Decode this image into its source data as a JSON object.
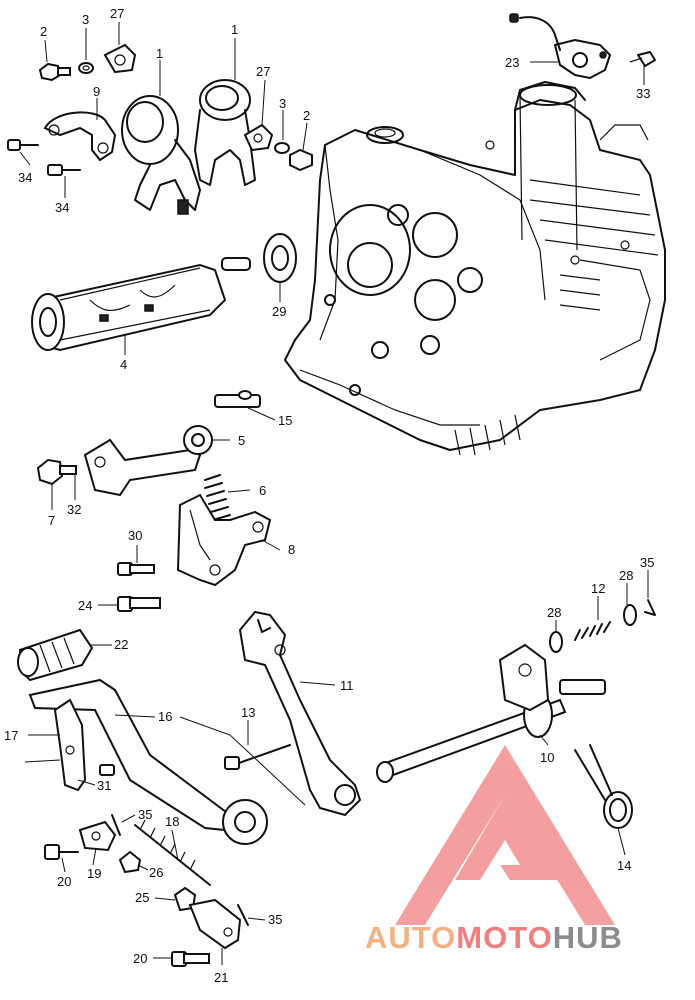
{
  "callouts": [
    {
      "id": "c-2a",
      "text": "2"
    },
    {
      "id": "c-3a",
      "text": "3"
    },
    {
      "id": "c-27a",
      "text": "27"
    },
    {
      "id": "c-1a",
      "text": "1"
    },
    {
      "id": "c-1b",
      "text": "1"
    },
    {
      "id": "c-9",
      "text": "9"
    },
    {
      "id": "c-27b",
      "text": "27"
    },
    {
      "id": "c-3b",
      "text": "3"
    },
    {
      "id": "c-2b",
      "text": "2"
    },
    {
      "id": "c-34a",
      "text": "34"
    },
    {
      "id": "c-34b",
      "text": "34"
    },
    {
      "id": "c-23",
      "text": "23"
    },
    {
      "id": "c-33",
      "text": "33"
    },
    {
      "id": "c-29",
      "text": "29"
    },
    {
      "id": "c-4",
      "text": "4"
    },
    {
      "id": "c-15",
      "text": "15"
    },
    {
      "id": "c-5",
      "text": "5"
    },
    {
      "id": "c-6",
      "text": "6"
    },
    {
      "id": "c-7",
      "text": "7"
    },
    {
      "id": "c-32",
      "text": "32"
    },
    {
      "id": "c-8",
      "text": "8"
    },
    {
      "id": "c-30",
      "text": "30"
    },
    {
      "id": "c-24",
      "text": "24"
    },
    {
      "id": "c-22",
      "text": "22"
    },
    {
      "id": "c-35a",
      "text": "35"
    },
    {
      "id": "c-28a",
      "text": "28"
    },
    {
      "id": "c-12",
      "text": "12"
    },
    {
      "id": "c-28b",
      "text": "28"
    },
    {
      "id": "c-11",
      "text": "11"
    },
    {
      "id": "c-16",
      "text": "16"
    },
    {
      "id": "c-17",
      "text": "17"
    },
    {
      "id": "c-13",
      "text": "13"
    },
    {
      "id": "c-10",
      "text": "10"
    },
    {
      "id": "c-31",
      "text": "31"
    },
    {
      "id": "c-35b",
      "text": "35"
    },
    {
      "id": "c-18",
      "text": "18"
    },
    {
      "id": "c-26",
      "text": "26"
    },
    {
      "id": "c-20a",
      "text": "20"
    },
    {
      "id": "c-19",
      "text": "19"
    },
    {
      "id": "c-14",
      "text": "14"
    },
    {
      "id": "c-25",
      "text": "25"
    },
    {
      "id": "c-35c",
      "text": "35"
    },
    {
      "id": "c-20b",
      "text": "20"
    },
    {
      "id": "c-21",
      "text": "21"
    }
  ],
  "watermark": {
    "part1": "AUTO",
    "part2": "MOTO",
    "part3": "HUB",
    "color_orange": "#f4b183",
    "color_red": "#f08080",
    "color_gray": "#8c8c8c"
  }
}
